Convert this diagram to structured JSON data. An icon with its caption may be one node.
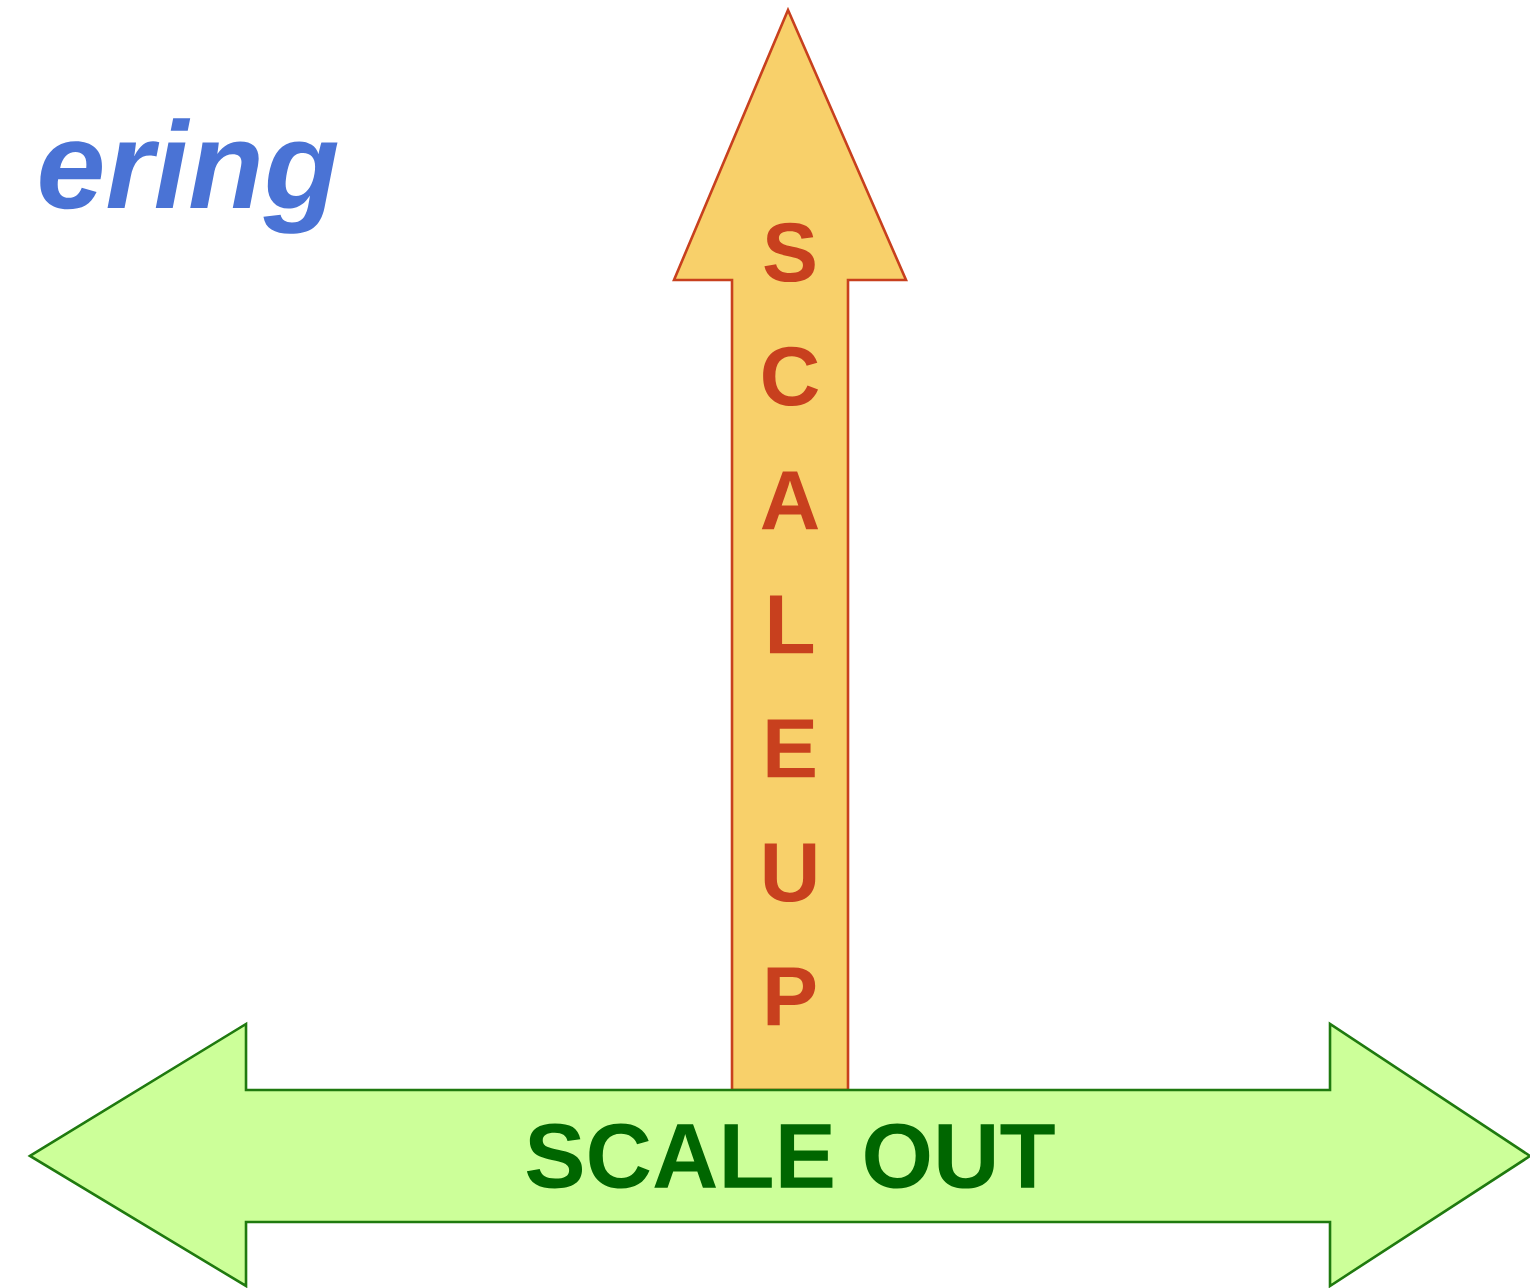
{
  "diagram": {
    "title": "ering",
    "nodes": [
      {
        "text": [
          "SCALE UP"
        ]
      },
      {
        "text": [
          "SCALE OUT"
        ]
      }
    ]
  }
}
